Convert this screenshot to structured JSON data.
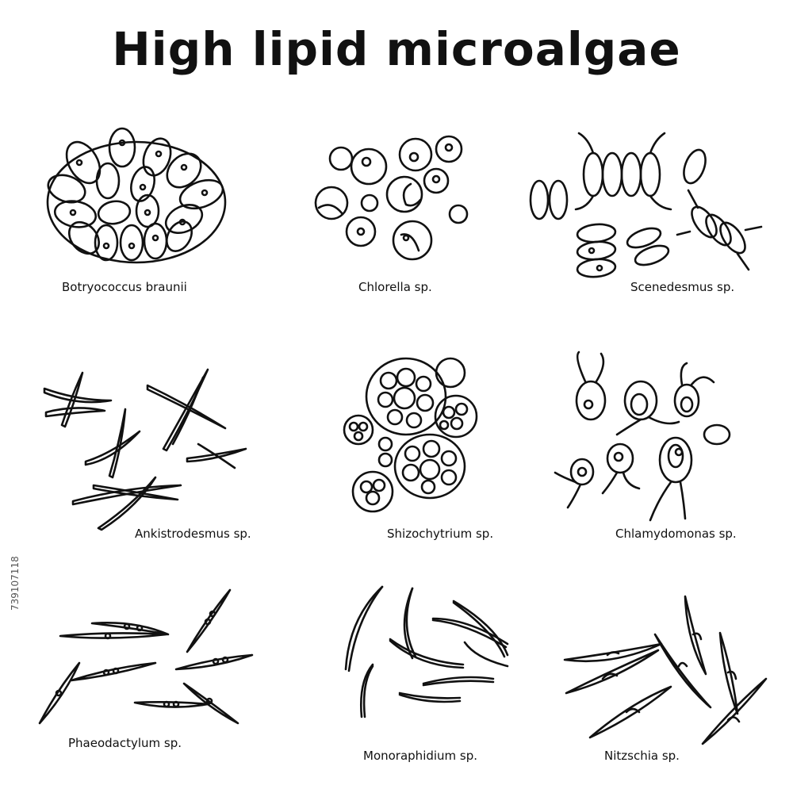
{
  "title": "High lipid microalgae",
  "side_text": "739107118",
  "labels": [
    "Botryococcus braunii",
    "Chlorella sp.",
    "Scenedesmus sp.",
    "Ankistrodesmus sp.",
    "Shizochytrium sp.",
    "Chlamydomonas sp.",
    "Phaeodactylum sp.",
    "Monoraphidium sp.",
    "Nitzschia sp."
  ]
}
